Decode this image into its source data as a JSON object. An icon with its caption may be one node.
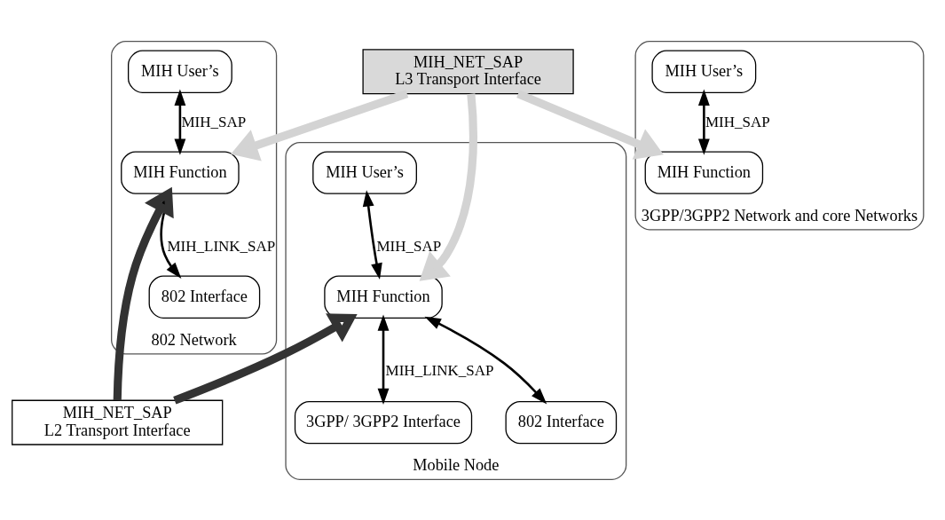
{
  "diagram": {
    "nodes": [
      {
        "text": [
          "MIH_NET_SAP",
          "L3 Transport Interface"
        ]
      },
      {
        "text": [
          "Mobile Node"
        ]
      },
      {
        "text": [
          "MIH User’s"
        ],
        "in": 1
      },
      {
        "text": [
          "MIH Function"
        ],
        "in": 1
      },
      {
        "text": [
          "3GPP/ 3GPP2 Interface"
        ],
        "in": 1
      },
      {
        "text": [
          "802 Interface"
        ],
        "in": 1
      },
      {
        "text": [
          "802 Network"
        ]
      },
      {
        "text": [
          "MIH User’s"
        ],
        "in": 6
      },
      {
        "text": [
          "MIH Function"
        ],
        "in": 6
      },
      {
        "text": [
          "802 Interface"
        ],
        "in": 6
      },
      {
        "text": [
          "3GPP/3GPP2 Network and core Networks"
        ]
      },
      {
        "text": [
          "MIH User’s"
        ],
        "in": 10
      },
      {
        "text": [
          "MIH Function"
        ],
        "in": 10
      },
      {
        "text": [
          "MIH_NET_SAP",
          "L2 Transport Interface"
        ]
      }
    ],
    "edges": [
      {
        "from": 0,
        "to": 3,
        "arrow": "to",
        "style": "thick",
        "color": "#d3d3d3"
      },
      {
        "from": 0,
        "to": 8,
        "arrow": "to",
        "style": "thick",
        "color": "#d3d3d3"
      },
      {
        "from": 0,
        "to": 12,
        "arrow": "to",
        "style": "thick",
        "color": "#d3d3d3"
      },
      {
        "from": 2,
        "to": 3,
        "arrow": "both",
        "label": "MIH_SAP"
      },
      {
        "from": 7,
        "to": 8,
        "arrow": "both",
        "label": "MIH_SAP"
      },
      {
        "from": 11,
        "to": 12,
        "arrow": "both",
        "label": "MIH_SAP"
      },
      {
        "from": 3,
        "to": 4,
        "arrow": "both",
        "label": "MIH_LINK_SAP"
      },
      {
        "from": 3,
        "to": 5,
        "arrow": "both"
      },
      {
        "from": 8,
        "to": 9,
        "arrow": "both",
        "label": "MIH_LINK_SAP"
      },
      {
        "from": 13,
        "to": 3,
        "arrow": "to",
        "style": "thick"
      },
      {
        "from": 13,
        "to": 8,
        "arrow": "to",
        "style": "thick"
      }
    ]
  }
}
